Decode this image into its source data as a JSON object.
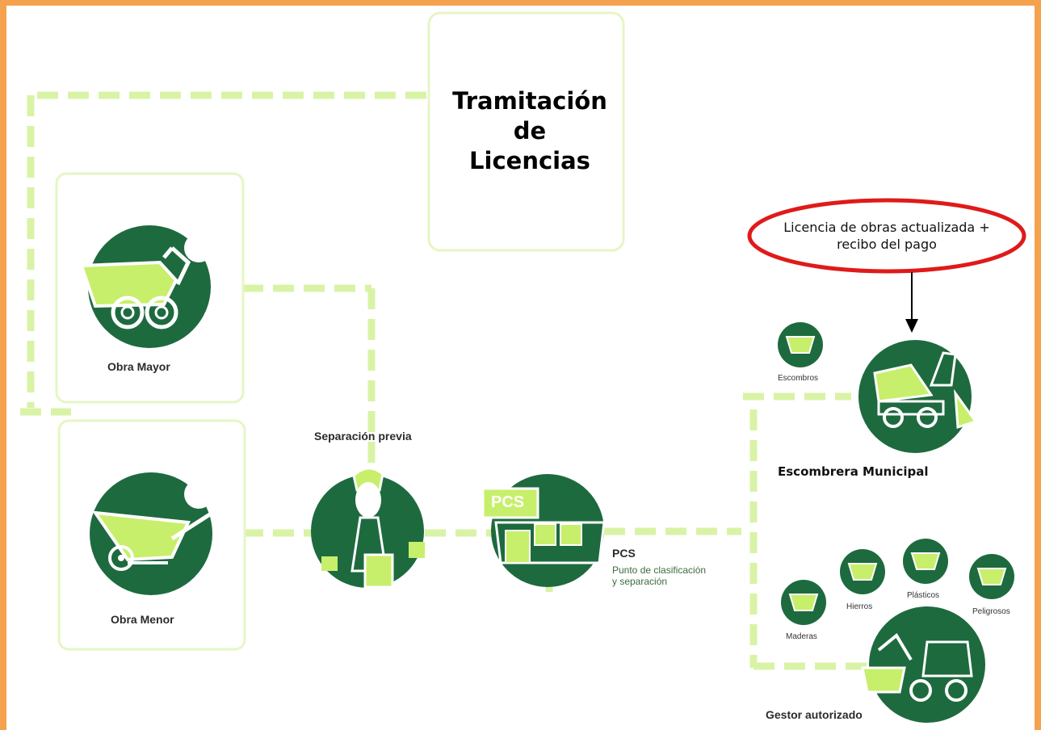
{
  "title_box": {
    "line1": "Tramitación",
    "line2": "de",
    "line3": "Licencias"
  },
  "callout": {
    "line1": "Licencia de obras actualizada +",
    "line2": "recibo del pago"
  },
  "nodes": {
    "obra_mayor": "Obra Mayor",
    "obra_menor": "Obra Menor",
    "separacion": "Separación previa",
    "pcs": {
      "title": "PCS",
      "sub1": "Punto de clasificación",
      "sub2": "y separación",
      "sign": "PCS"
    },
    "escombrera": "Escombrera Municipal",
    "gestor": "Gestor autorizado"
  },
  "containers": {
    "escombros": "Escombros",
    "maderas": "Maderas",
    "hierros": "Hierros",
    "plasticos": "Plásticos",
    "peligrosos": "Peligrosos"
  },
  "colors": {
    "frame": "#f4a24d",
    "dark_green": "#1e6a3f",
    "lime": "#c7ef6b",
    "dash": "#d9f3a6",
    "box_border": "#e6f6c4",
    "callout_red": "#e01a1a"
  }
}
